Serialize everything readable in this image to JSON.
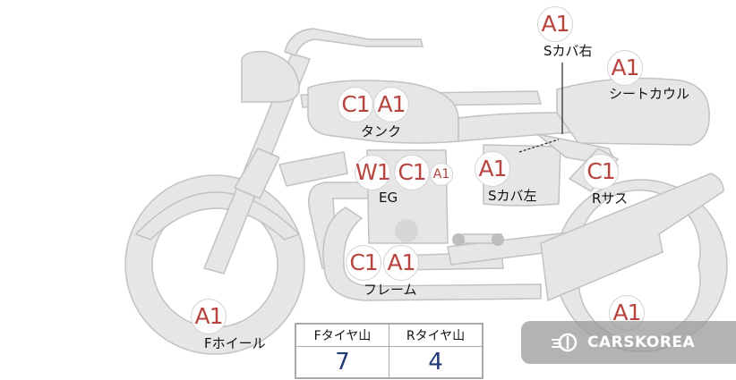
{
  "parts": [
    {
      "id": "s-cover-right",
      "label": "Sカバ右",
      "grades": [
        "A1"
      ]
    },
    {
      "id": "seat-cowl",
      "label": "シートカウル",
      "grades": [
        "A1"
      ]
    },
    {
      "id": "tank",
      "label": "タンク",
      "grades": [
        "C1",
        "A1"
      ]
    },
    {
      "id": "engine",
      "label": "EG",
      "grades": [
        "W1",
        "C1",
        "A1"
      ]
    },
    {
      "id": "s-cover-left",
      "label": "Sカバ左",
      "grades": [
        "A1"
      ]
    },
    {
      "id": "rear-suspension",
      "label": "Rサス",
      "grades": [
        "C1"
      ]
    },
    {
      "id": "frame",
      "label": "フレーム",
      "grades": [
        "C1",
        "A1"
      ]
    },
    {
      "id": "front-wheel",
      "label": "Fホイール",
      "grades": [
        "A1"
      ]
    },
    {
      "id": "rear-wheel",
      "label": "",
      "grades": [
        "A1"
      ]
    }
  ],
  "tread": {
    "front_label": "Fタイヤ山",
    "rear_label": "Rタイヤ山",
    "front_value": "7",
    "rear_value": "4"
  },
  "watermark": {
    "text": "CARSKOREA",
    "icon": "carskorea-logo-icon"
  },
  "colors": {
    "grade_text": "#b84440",
    "tread_value": "#24397a",
    "bike_fill": "#e6e6e6",
    "bike_stroke": "#c2c2c2"
  }
}
